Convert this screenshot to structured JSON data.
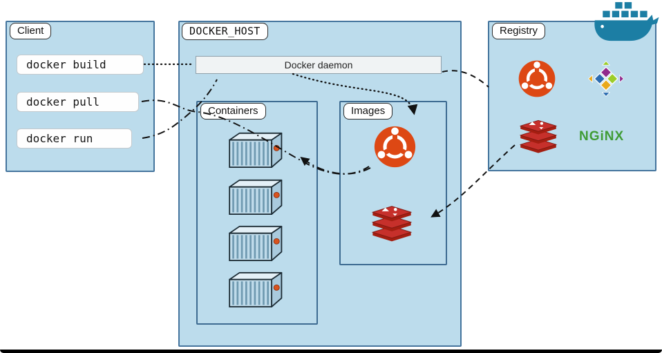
{
  "client": {
    "title": "Client",
    "commands": [
      {
        "label": "docker build"
      },
      {
        "label": "docker pull"
      },
      {
        "label": "docker run"
      }
    ]
  },
  "docker_host": {
    "title": "DOCKER_HOST",
    "daemon": {
      "label": "Docker daemon"
    },
    "containers_panel": {
      "title": "Containers",
      "container_count": 4
    },
    "images_panel": {
      "title": "Images",
      "images": [
        "ubuntu",
        "redis"
      ]
    }
  },
  "registry": {
    "title": "Registry",
    "items": [
      "ubuntu",
      "centos",
      "redis",
      "nginx"
    ],
    "nginx_label": "NGiNX"
  },
  "branding": {
    "top_right_logo": "docker-whale"
  },
  "colors": {
    "panel_fill": "#bcdcec",
    "panel_border": "#44749d",
    "ubuntu_orange": "#dd4814",
    "redis_red": "#c6302b",
    "nginx_green": "#3f9c35",
    "docker_teal": "#1c7ea4",
    "arrow_black": "#111111"
  }
}
